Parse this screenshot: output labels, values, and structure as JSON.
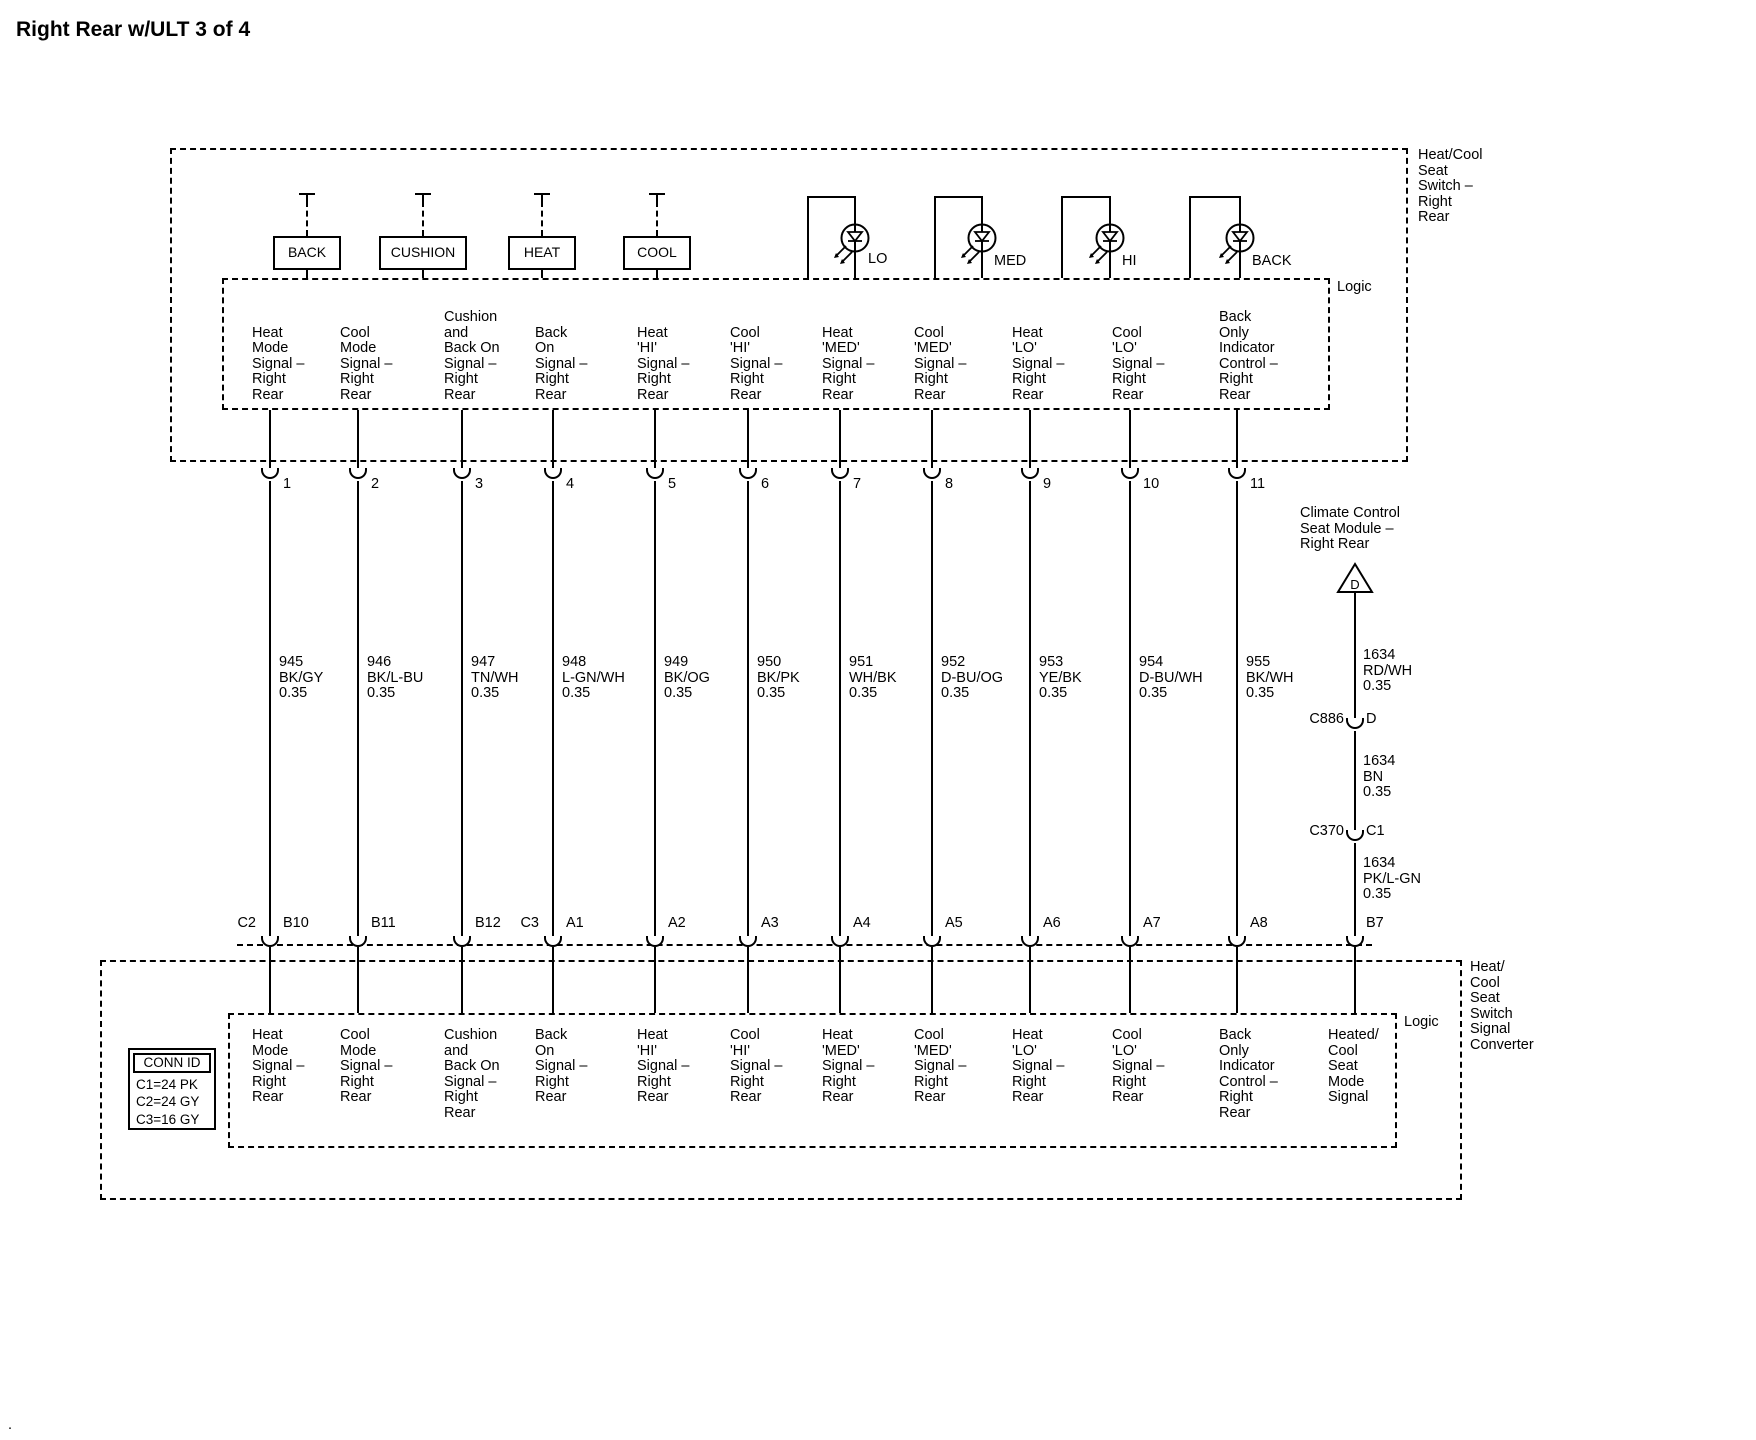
{
  "title": "Right Rear w/ULT 3 of 4",
  "stray_dot": ".",
  "top_box": {
    "label": "Heat/Cool\nSeat\nSwitch –\nRight\nRear",
    "logic_label": "Logic",
    "switches": [
      "BACK",
      "CUSHION",
      "HEAT",
      "COOL"
    ],
    "leds": [
      "LO",
      "MED",
      "HI",
      "BACK"
    ]
  },
  "columns": [
    {
      "pin": "1",
      "top_signal": "Heat\nMode\nSignal –\nRight\nRear",
      "wire": "945\nBK/GY\n0.35",
      "conn_left": "C2",
      "conn_right": "B10",
      "bottom_signal": "Heat\nMode\nSignal –\nRight\nRear"
    },
    {
      "pin": "2",
      "top_signal": "Cool\nMode\nSignal –\nRight\nRear",
      "wire": "946\nBK/L-BU\n0.35",
      "conn_left": "",
      "conn_right": "B11",
      "bottom_signal": "Cool\nMode\nSignal –\nRight\nRear"
    },
    {
      "pin": "3",
      "top_signal": "Cushion\nand\nBack On\nSignal –\nRight\nRear",
      "wire": "947\nTN/WH\n0.35",
      "conn_left": "",
      "conn_right": "B12",
      "bottom_signal": "Cushion\nand\nBack On\nSignal –\nRight\nRear"
    },
    {
      "pin": "4",
      "top_signal": "Back\nOn\nSignal –\nRight\nRear",
      "wire": "948\nL-GN/WH\n0.35",
      "conn_left": "C3",
      "conn_right": "A1",
      "bottom_signal": "Back\nOn\nSignal –\nRight\nRear"
    },
    {
      "pin": "5",
      "top_signal": "Heat\n'HI'\nSignal –\nRight\nRear",
      "wire": "949\nBK/OG\n0.35",
      "conn_left": "",
      "conn_right": "A2",
      "bottom_signal": "Heat\n'HI'\nSignal –\nRight\nRear"
    },
    {
      "pin": "6",
      "top_signal": "Cool\n'HI'\nSignal –\nRight\nRear",
      "wire": "950\nBK/PK\n0.35",
      "conn_left": "",
      "conn_right": "A3",
      "bottom_signal": "Cool\n'HI'\nSignal –\nRight\nRear"
    },
    {
      "pin": "7",
      "top_signal": "Heat\n'MED'\nSignal –\nRight\nRear",
      "wire": "951\nWH/BK\n0.35",
      "conn_left": "",
      "conn_right": "A4",
      "bottom_signal": "Heat\n'MED'\nSignal –\nRight\nRear"
    },
    {
      "pin": "8",
      "top_signal": "Cool\n'MED'\nSignal –\nRight\nRear",
      "wire": "952\nD-BU/OG\n0.35",
      "conn_left": "",
      "conn_right": "A5",
      "bottom_signal": "Cool\n'MED'\nSignal –\nRight\nRear"
    },
    {
      "pin": "9",
      "top_signal": "Heat\n'LO'\nSignal –\nRight\nRear",
      "wire": "953\nYE/BK\n0.35",
      "conn_left": "",
      "conn_right": "A6",
      "bottom_signal": "Heat\n'LO'\nSignal –\nRight\nRear"
    },
    {
      "pin": "10",
      "top_signal": "Cool\n'LO'\nSignal –\nRight\nRear",
      "wire": "954\nD-BU/WH\n0.35",
      "conn_left": "",
      "conn_right": "A7",
      "bottom_signal": "Cool\n'LO'\nSignal –\nRight\nRear"
    },
    {
      "pin": "11",
      "top_signal": "Back\nOnly\nIndicator\nControl –\nRight\nRear",
      "wire": "955\nBK/WH\n0.35",
      "conn_left": "",
      "conn_right": "A8",
      "bottom_signal": "Back\nOnly\nIndicator\nControl –\nRight\nRear"
    }
  ],
  "module_branch": {
    "label": "Climate Control\nSeat Module –\nRight Rear",
    "triangle_label": "D",
    "wire1": "1634\nRD/WH\n0.35",
    "conn1_left": "C886",
    "conn1_right": "D",
    "wire2": "1634\nBN\n0.35",
    "conn2_left": "C370",
    "conn2_right": "C1",
    "wire3": "1634\nPK/L-GN\n0.35",
    "conn_bottom": "B7",
    "bottom_signal": "Heated/\nCool\nSeat\nMode\nSignal"
  },
  "bottom_box": {
    "label": "Heat/\nCool\nSeat\nSwitch\nSignal\nConverter",
    "logic_label": "Logic"
  },
  "conn_id": {
    "header": "CONN ID",
    "rows": [
      "C1=24 PK",
      "C2=24 GY",
      "C3=16 GY"
    ]
  }
}
